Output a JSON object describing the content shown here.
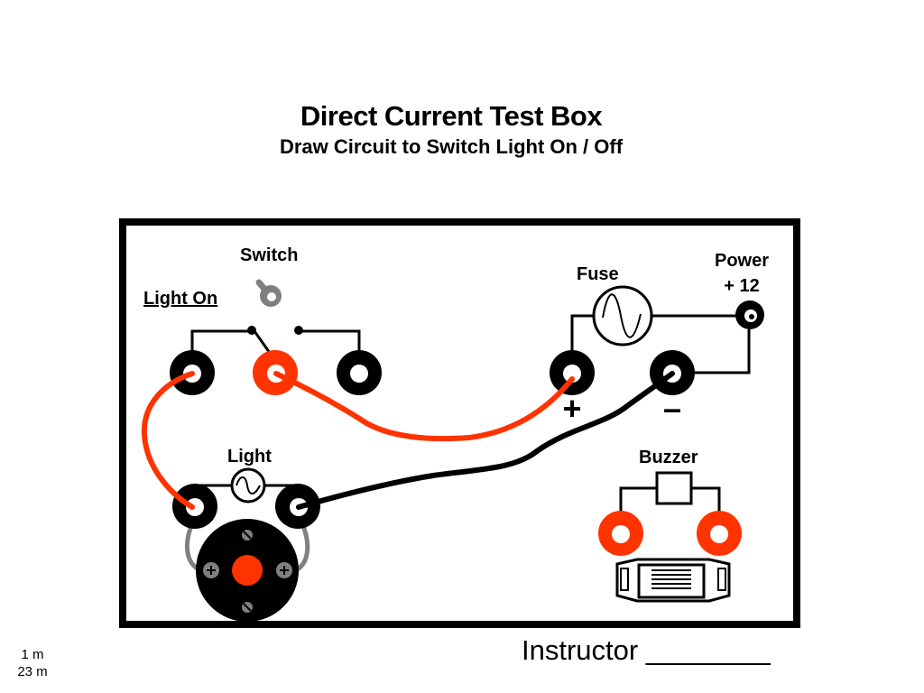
{
  "header": {
    "title": "Direct Current Test Box",
    "subtitle": "Draw Circuit to Switch Light On /  Off"
  },
  "labels": {
    "switch": "Switch",
    "light_on": "Light On",
    "fuse": "Fuse",
    "power": "Power",
    "power_voltage": "+ 12",
    "plus_sign": "+",
    "minus_sign": "–",
    "light": "Light",
    "buzzer": "Buzzer"
  },
  "footer": {
    "instructor": "Instructor ________",
    "slide_line1": "1 m",
    "slide_line2": "23 m"
  },
  "colors": {
    "red_wire": "#ff3300",
    "black_wire": "#000000",
    "gray_wire": "#808080",
    "terminal_red": "#ff3300",
    "terminal_black": "#000000"
  }
}
